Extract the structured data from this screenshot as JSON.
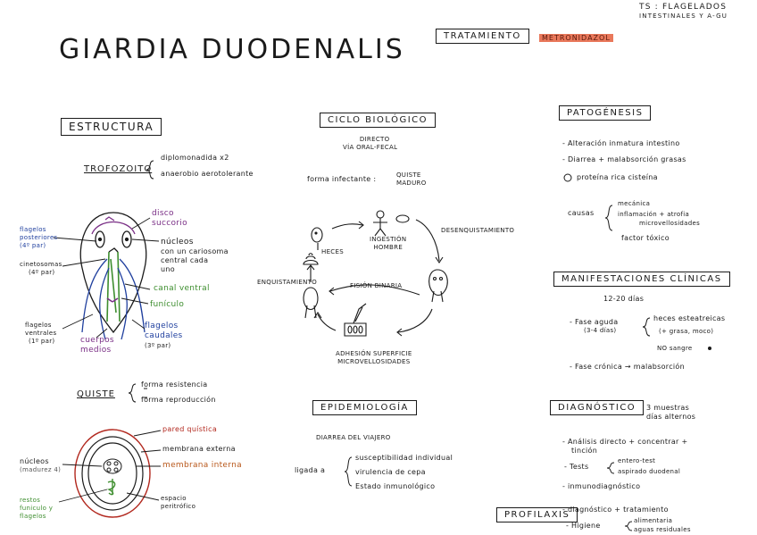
{
  "header": {
    "corner_line1": "TS : FLAGELADOS",
    "corner_line2": "INTESTINALES Y A-GU",
    "title": "GIARDIA DUODENALIS",
    "treatment_label": "TRATAMIENTO",
    "treatment_value": "METRONIDAZOL"
  },
  "estructura": {
    "heading": "ESTRUCTURA",
    "trofozoito_label": "TROFOZOITO",
    "trofozoito_items": [
      "diplomonadida x2",
      "anaerobio aerotolerante"
    ],
    "labels": {
      "disco": "disco",
      "succorio": "succorio",
      "nucleos": "núcleos",
      "nucleos_desc1": "con un cariosoma",
      "nucleos_desc2": "central cada",
      "nucleos_desc3": "uno",
      "flagelos_post1": "flagelos",
      "flagelos_post2": "posteriores",
      "flagelos_post3": "(4º par)",
      "cinetosomas1": "cinetosomas",
      "cinetosomas2": "(4º par)",
      "canal_ventral": "canal ventral",
      "funiculo": "funículo",
      "flagelos_ventrales1": "flagelos",
      "flagelos_ventrales2": "ventrales",
      "flagelos_ventrales3": "(1º par)",
      "flagelos_caudales1": "flagelos",
      "flagelos_caudales2": "caudales",
      "flagelos_caudales3": "(3º par)",
      "cuerpos1": "cuerpos",
      "cuerpos2": "medios"
    },
    "quiste_label": "QUISTE",
    "quiste_items": [
      "forma resistencia",
      "forma reproducción"
    ],
    "quiste_labels": {
      "pared": "pared quística",
      "membrana_externa": "membrana externa",
      "membrana_interna": "membrana interna",
      "nucleos": "núcleos",
      "nucleos_sub": "(madurez 4)",
      "espacio1": "espacio",
      "espacio2": "peritrófico",
      "restos1": "restos",
      "restos2": "funiculo y",
      "restos3": "flagelos"
    }
  },
  "ciclo": {
    "heading": "CICLO BIOLÓGICO",
    "directo1": "DIRECTO",
    "directo2": "VÍA ORAL-FECAL",
    "forma_label": "forma infectante :",
    "forma_value1": "QUISTE",
    "forma_value2": "MADURO",
    "ingestion1": "INGESTIÓN",
    "ingestion2": "HOMBRE",
    "heces": "HECES",
    "desenquistamiento": "DESENQUISTAMIENTO",
    "enquistamiento": "ENQUISTAMIENTO",
    "fision": "FISIÓN BINARIA",
    "adhesion1": "ADHESIÓN SUPERFICIE",
    "adhesion2": "MICROVELLOSIDADES"
  },
  "epidemiologia": {
    "heading": "EPIDEMIOLOGÍA",
    "diarrea": "DIARREA DEL VIAJERO",
    "ligada": "ligada a",
    "items": [
      "susceptibilidad individual",
      "virulencia de cepa",
      "Estado inmunológico"
    ]
  },
  "patogenesis": {
    "heading": "PATOGÉNESIS",
    "items": [
      "Alteración inmatura intestino",
      "Diarrea + malabsorción grasas",
      "proteína rica cisteína"
    ],
    "causas_label": "causas",
    "causas_items": [
      "mecánica",
      "inflamación + atrofia",
      "microvellosidades"
    ],
    "factor": "factor tóxico"
  },
  "manifestaciones": {
    "heading": "MANIFESTACIONES CLÍNICAS",
    "dias": "12-20 días",
    "fase_aguda1": "- Fase aguda",
    "fase_aguda2": "(3-4 días)",
    "heces_est": "heces esteatreicas",
    "grasa": "(+ grasa, moco)",
    "no_sangre": "NO sangre",
    "fase_cronica": "- Fase crónica → malabsorción"
  },
  "diagnostico": {
    "heading": "DIAGNÓSTICO",
    "muestras1": "3 muestras",
    "muestras2": "días alternos",
    "analisis1": "- Análisis directo + concentrar +",
    "analisis2": "tinción",
    "tests_label": "- Tests",
    "tests_items": [
      "entero-test",
      "aspirado duodenal"
    ],
    "inmuno": "- inmunodiagnóstico"
  },
  "profilaxis": {
    "heading": "PROFILAXIS",
    "item1": "- diagnóstico + tratamiento",
    "item2_label": "- Higiene",
    "item2_items": [
      "alimentaria",
      "aguas residuales"
    ]
  },
  "colors": {
    "purple": "#7a2f86",
    "blue": "#1f3f9e",
    "green": "#3e8e2f",
    "red": "#b2281e",
    "highlight": "#e9785b"
  }
}
